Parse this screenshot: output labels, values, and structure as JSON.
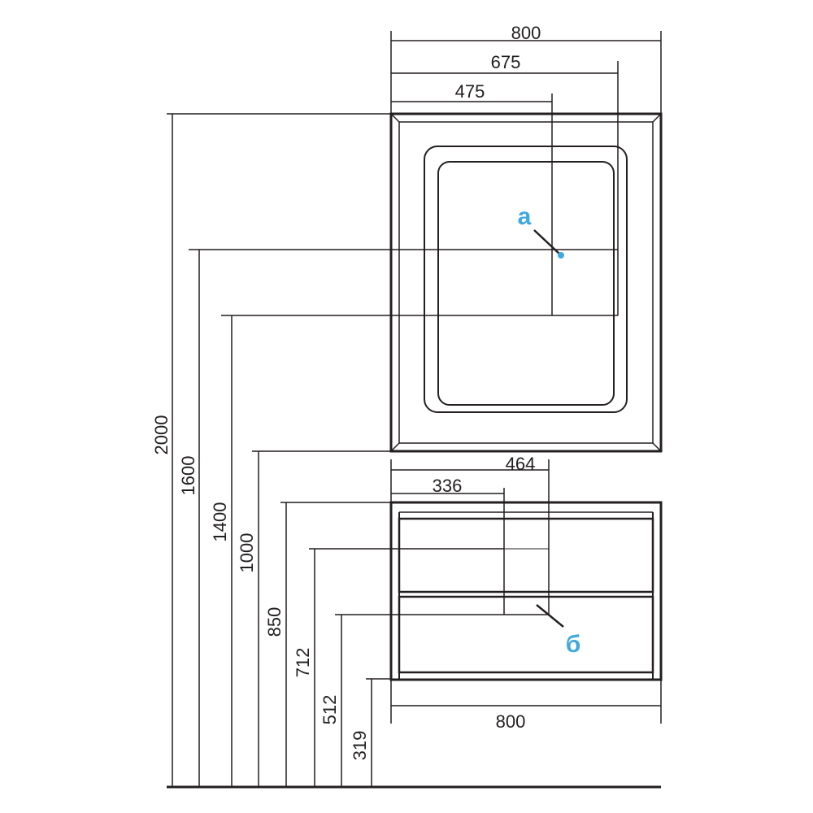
{
  "dimensions": {
    "mirror_width": "800",
    "mirror_offset_675": "675",
    "mirror_offset_475": "475",
    "total_height": "2000",
    "h1600": "1600",
    "h1400": "1400",
    "h1000": "1000",
    "h850": "850",
    "h712": "712",
    "h512": "512",
    "h319": "319",
    "cabinet_offset_464": "464",
    "cabinet_offset_336": "336",
    "cabinet_width": "800"
  },
  "labels": {
    "a": "а",
    "b": "б"
  },
  "colors": {
    "accent": "#3fa9e0",
    "zone": "#e6e6e8",
    "line": "#231f20"
  }
}
